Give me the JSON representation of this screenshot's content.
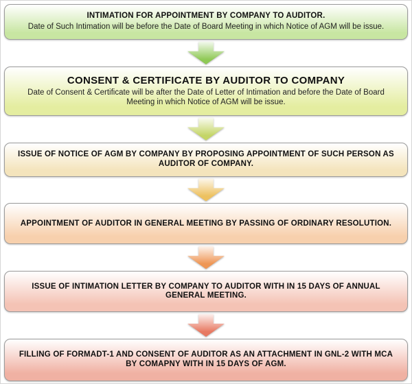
{
  "flowchart": {
    "steps": [
      {
        "title": "INTIMATION FOR APPOINTMENT BY COMPANY TO AUDITOR.",
        "subtitle": "Date of Such Intimation will be before the Date of Board Meeting in which Notice of AGM will be issue.",
        "box_color": "#c8e6a2",
        "arrow_color": "#8fc956"
      },
      {
        "title": "CONSENT & CERTIFICATE BY AUDITOR TO COMPANY",
        "subtitle": "Date of Consent & Certificate will be after the Date of Letter of Intimation and before the Date of Board Meeting in which Notice of AGM will be issue.",
        "box_color": "#e4eda0",
        "arrow_color": "#c4d566"
      },
      {
        "title": "ISSUE OF NOTICE OF AGM BY COMPANY BY PROPOSING APPOINTMENT OF SUCH PERSON AS AUDITOR OF COMPANY.",
        "subtitle": "",
        "box_color": "#f4e4bc",
        "arrow_color": "#edc160"
      },
      {
        "title": "APPOINTMENT OF AUDITOR IN GENERAL MEETING BY PASSING OF ORDINARY RESOLUTION.",
        "subtitle": "",
        "box_color": "#f7d0ad",
        "arrow_color": "#ee9655"
      },
      {
        "title": "ISSUE OF INTIMATION LETTER BY COMPANY TO AUDITOR WITH IN 15 DAYS OF ANNUAL GENERAL MEETING.",
        "subtitle": "",
        "box_color": "#f4c3b5",
        "arrow_color": "#e77962"
      },
      {
        "title": "FILLING OF FORMADT-1 AND CONSENT OF AUDITOR AS AN ATTACHMENT IN GNL-2 WITH MCA BY COMAPNY WITH IN 15 DAYS OF AGM.",
        "subtitle": "",
        "box_color": "#f0b1a3",
        "arrow_color": ""
      }
    ]
  }
}
